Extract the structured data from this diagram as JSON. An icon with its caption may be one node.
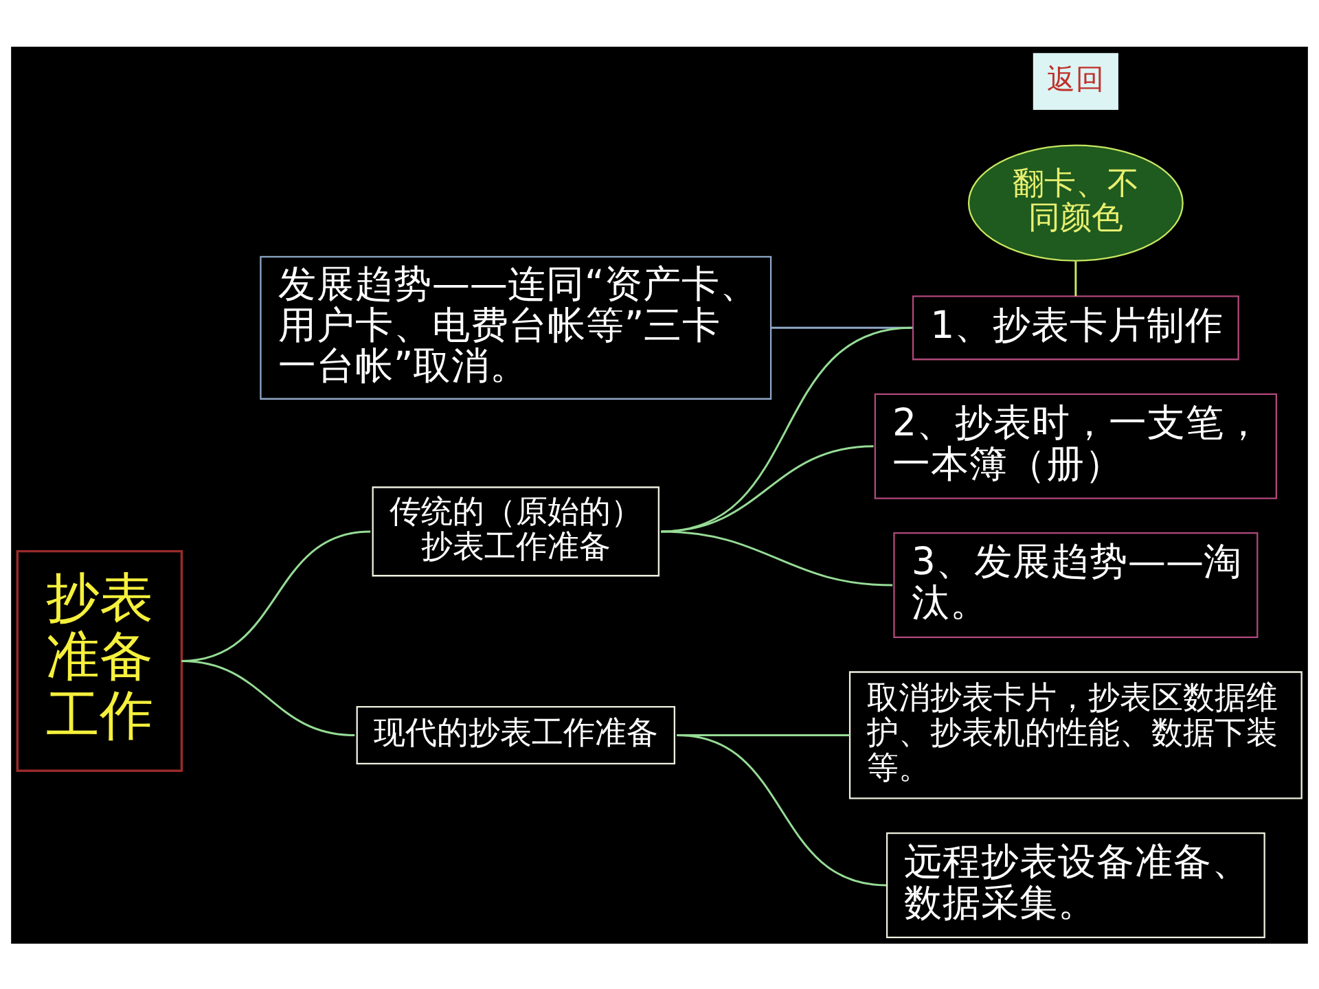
{
  "diagram": {
    "nodes": [
      {
        "text": [
          "抄表准备工作"
        ]
      },
      {
        "text": [
          "传统的（原始的）抄表工作准备"
        ]
      },
      {
        "text": [
          "1、抄表卡片制作"
        ]
      },
      {
        "text": [
          "2、抄表时，一支笔，一本簿（册）"
        ]
      },
      {
        "text": [
          "3、发展趋势——淘汰。"
        ]
      },
      {
        "text": [
          "现代的抄表工作准备"
        ]
      },
      {
        "text": [
          "取消抄表卡片，抄表区数据维护、抄表机的性能、数据下装等。"
        ]
      },
      {
        "text": [
          "远程抄表设备准备、数据采集。"
        ]
      },
      {
        "text": [
          "发展趋势——连同“资产卡、用户卡、电费台帐等”三卡一台帐”取消。"
        ]
      },
      {
        "text": [
          "翻卡、不同颜色"
        ]
      }
    ],
    "edges": [
      {
        "from": 0,
        "to": 1,
        "arrow": "none"
      },
      {
        "from": 0,
        "to": 5,
        "arrow": "none"
      },
      {
        "from": 1,
        "to": 2,
        "arrow": "none"
      },
      {
        "from": 1,
        "to": 3,
        "arrow": "none"
      },
      {
        "from": 1,
        "to": 4,
        "arrow": "none"
      },
      {
        "from": 5,
        "to": 6,
        "arrow": "none"
      },
      {
        "from": 5,
        "to": 7,
        "arrow": "none"
      },
      {
        "from": 8,
        "to": 2,
        "arrow": "none",
        "color": "#8fa8c8"
      },
      {
        "from": 9,
        "to": 2,
        "arrow": "none",
        "color": "#c8e860"
      }
    ],
    "labels": [
      "返回"
    ]
  }
}
